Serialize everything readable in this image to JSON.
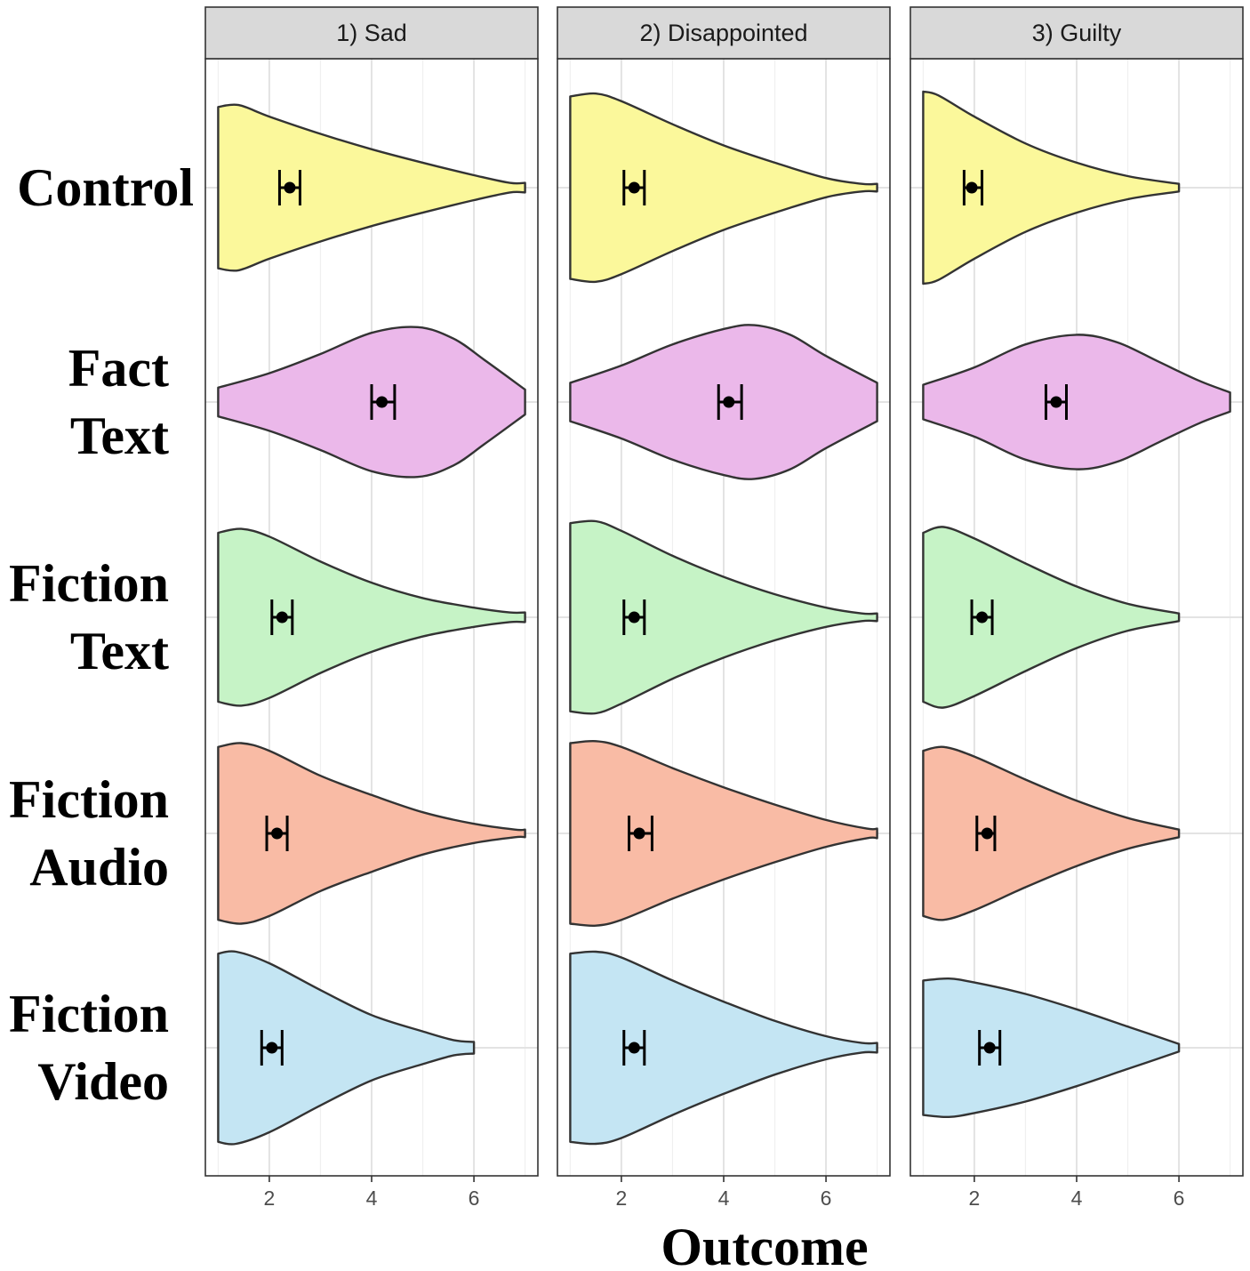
{
  "chart_data": {
    "type": "violin",
    "xlabel": "Outcome",
    "xlim": [
      0.75,
      7.25
    ],
    "x_ticks": [
      2,
      4,
      6
    ],
    "grid": true,
    "facets": [
      "1) Sad",
      "2) Disappointed",
      "3) Guilty"
    ],
    "groups": [
      {
        "label": [
          "Control"
        ],
        "color": "#fbf89b"
      },
      {
        "label": [
          "Fact",
          "Text"
        ],
        "color": "#ebb8ea"
      },
      {
        "label": [
          "Fiction",
          "Text"
        ],
        "color": "#c6f3c6"
      },
      {
        "label": [
          "Fiction",
          "Audio"
        ],
        "color": "#f9bba5"
      },
      {
        "label": [
          "Fiction",
          "Video"
        ],
        "color": "#c4e5f3"
      }
    ],
    "series": [
      {
        "facet": "1) Sad",
        "group": "Control",
        "range": [
          1,
          7
        ],
        "density": [
          [
            1,
            0.84
          ],
          [
            1.4,
            0.86
          ],
          [
            2,
            0.74
          ],
          [
            3,
            0.56
          ],
          [
            4,
            0.4
          ],
          [
            5,
            0.26
          ],
          [
            6,
            0.13
          ],
          [
            6.7,
            0.05
          ],
          [
            7,
            0.05
          ]
        ],
        "mean": 2.4,
        "ci": [
          2.2,
          2.6
        ]
      },
      {
        "facet": "1) Sad",
        "group": "Fact Text",
        "range": [
          1,
          7
        ],
        "density": [
          [
            1,
            0.15
          ],
          [
            2,
            0.3
          ],
          [
            3,
            0.5
          ],
          [
            4,
            0.72
          ],
          [
            4.9,
            0.78
          ],
          [
            5.6,
            0.66
          ],
          [
            6.2,
            0.44
          ],
          [
            7,
            0.13
          ]
        ],
        "mean": 4.2,
        "ci": [
          4.0,
          4.45
        ]
      },
      {
        "facet": "1) Sad",
        "group": "Fiction Text",
        "range": [
          1,
          7
        ],
        "density": [
          [
            1,
            0.88
          ],
          [
            1.45,
            0.92
          ],
          [
            2,
            0.84
          ],
          [
            3,
            0.58
          ],
          [
            4,
            0.36
          ],
          [
            5,
            0.2
          ],
          [
            6,
            0.1
          ],
          [
            6.7,
            0.05
          ],
          [
            7,
            0.05
          ]
        ],
        "mean": 2.25,
        "ci": [
          2.05,
          2.45
        ]
      },
      {
        "facet": "1) Sad",
        "group": "Fiction Audio",
        "range": [
          1,
          7
        ],
        "density": [
          [
            1,
            0.9
          ],
          [
            1.45,
            0.94
          ],
          [
            2,
            0.86
          ],
          [
            3,
            0.6
          ],
          [
            4,
            0.4
          ],
          [
            5,
            0.22
          ],
          [
            6,
            0.1
          ],
          [
            6.8,
            0.04
          ],
          [
            7,
            0.04
          ]
        ],
        "mean": 2.15,
        "ci": [
          1.95,
          2.35
        ]
      },
      {
        "facet": "1) Sad",
        "group": "Fiction Video",
        "range": [
          1,
          6
        ],
        "density": [
          [
            1,
            0.98
          ],
          [
            1.35,
            1.0
          ],
          [
            2,
            0.88
          ],
          [
            3,
            0.6
          ],
          [
            4,
            0.34
          ],
          [
            5,
            0.17
          ],
          [
            5.6,
            0.08
          ],
          [
            6,
            0.06
          ]
        ],
        "mean": 2.05,
        "ci": [
          1.85,
          2.25
        ]
      },
      {
        "facet": "2) Disappointed",
        "group": "Control",
        "range": [
          1,
          7
        ],
        "density": [
          [
            1,
            0.95
          ],
          [
            1.5,
            0.98
          ],
          [
            2,
            0.9
          ],
          [
            3,
            0.66
          ],
          [
            4,
            0.44
          ],
          [
            5,
            0.26
          ],
          [
            6,
            0.1
          ],
          [
            6.7,
            0.04
          ],
          [
            7,
            0.04
          ]
        ],
        "mean": 2.25,
        "ci": [
          2.05,
          2.45
        ]
      },
      {
        "facet": "2) Disappointed",
        "group": "Fact Text",
        "range": [
          1,
          7
        ],
        "density": [
          [
            1,
            0.2
          ],
          [
            2,
            0.38
          ],
          [
            3,
            0.6
          ],
          [
            4,
            0.76
          ],
          [
            4.6,
            0.8
          ],
          [
            5.3,
            0.7
          ],
          [
            6,
            0.48
          ],
          [
            7,
            0.2
          ]
        ],
        "mean": 4.1,
        "ci": [
          3.9,
          4.35
        ]
      },
      {
        "facet": "2) Disappointed",
        "group": "Fiction Text",
        "range": [
          1,
          7
        ],
        "density": [
          [
            1,
            0.98
          ],
          [
            1.5,
            1.0
          ],
          [
            2,
            0.9
          ],
          [
            3,
            0.64
          ],
          [
            4,
            0.42
          ],
          [
            5,
            0.24
          ],
          [
            6,
            0.1
          ],
          [
            6.7,
            0.04
          ],
          [
            7,
            0.04
          ]
        ],
        "mean": 2.25,
        "ci": [
          2.05,
          2.45
        ]
      },
      {
        "facet": "2) Disappointed",
        "group": "Fiction Audio",
        "range": [
          1,
          7
        ],
        "density": [
          [
            1,
            0.94
          ],
          [
            1.5,
            0.96
          ],
          [
            2,
            0.9
          ],
          [
            3,
            0.68
          ],
          [
            4,
            0.48
          ],
          [
            5,
            0.3
          ],
          [
            6,
            0.14
          ],
          [
            6.8,
            0.05
          ],
          [
            7,
            0.05
          ]
        ],
        "mean": 2.35,
        "ci": [
          2.15,
          2.6
        ]
      },
      {
        "facet": "2) Disappointed",
        "group": "Fiction Video",
        "range": [
          1,
          7
        ],
        "density": [
          [
            1,
            0.98
          ],
          [
            1.5,
            1.0
          ],
          [
            2,
            0.94
          ],
          [
            3,
            0.7
          ],
          [
            4,
            0.48
          ],
          [
            5,
            0.28
          ],
          [
            6,
            0.12
          ],
          [
            6.7,
            0.05
          ],
          [
            7,
            0.05
          ]
        ],
        "mean": 2.25,
        "ci": [
          2.05,
          2.45
        ]
      },
      {
        "facet": "3) Guilty",
        "group": "Control",
        "range": [
          1,
          6
        ],
        "density": [
          [
            1,
            1.0
          ],
          [
            1.3,
            0.96
          ],
          [
            2,
            0.74
          ],
          [
            3,
            0.46
          ],
          [
            4,
            0.26
          ],
          [
            5,
            0.12
          ],
          [
            6,
            0.04
          ]
        ],
        "mean": 1.95,
        "ci": [
          1.8,
          2.15
        ]
      },
      {
        "facet": "3) Guilty",
        "group": "Fact Text",
        "range": [
          1,
          7
        ],
        "density": [
          [
            1,
            0.18
          ],
          [
            2,
            0.36
          ],
          [
            3,
            0.6
          ],
          [
            4,
            0.7
          ],
          [
            4.8,
            0.62
          ],
          [
            5.6,
            0.42
          ],
          [
            6.4,
            0.22
          ],
          [
            7,
            0.1
          ]
        ],
        "mean": 3.6,
        "ci": [
          3.4,
          3.8
        ]
      },
      {
        "facet": "3) Guilty",
        "group": "Fiction Text",
        "range": [
          1,
          6
        ],
        "density": [
          [
            1,
            0.88
          ],
          [
            1.4,
            0.94
          ],
          [
            2,
            0.82
          ],
          [
            3,
            0.56
          ],
          [
            4,
            0.32
          ],
          [
            5,
            0.14
          ],
          [
            6,
            0.04
          ]
        ],
        "mean": 2.15,
        "ci": [
          1.95,
          2.35
        ]
      },
      {
        "facet": "3) Guilty",
        "group": "Fiction Audio",
        "range": [
          1,
          6
        ],
        "density": [
          [
            1,
            0.86
          ],
          [
            1.4,
            0.9
          ],
          [
            2,
            0.8
          ],
          [
            3,
            0.56
          ],
          [
            4,
            0.34
          ],
          [
            5,
            0.16
          ],
          [
            6,
            0.04
          ]
        ],
        "mean": 2.25,
        "ci": [
          2.05,
          2.4
        ]
      },
      {
        "facet": "3) Guilty",
        "group": "Fiction Video",
        "range": [
          1,
          6
        ],
        "density": [
          [
            1,
            0.7
          ],
          [
            1.5,
            0.72
          ],
          [
            2,
            0.68
          ],
          [
            3,
            0.56
          ],
          [
            4,
            0.4
          ],
          [
            5,
            0.22
          ],
          [
            6,
            0.04
          ]
        ],
        "mean": 2.3,
        "ci": [
          2.1,
          2.5
        ]
      }
    ]
  }
}
